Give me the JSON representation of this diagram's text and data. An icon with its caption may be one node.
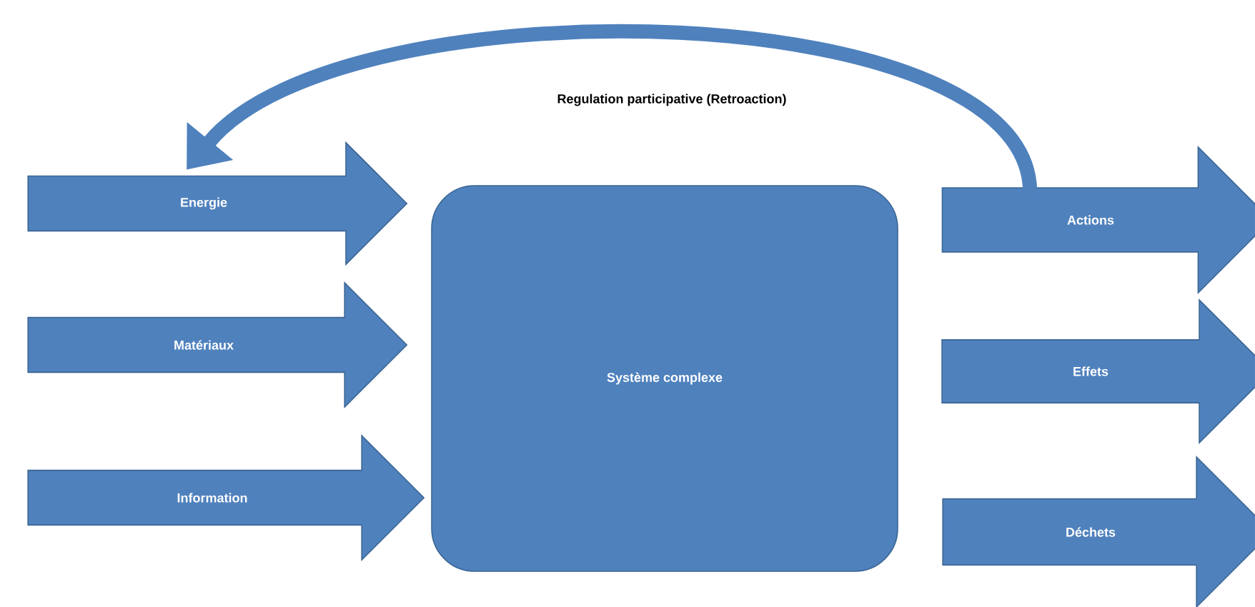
{
  "diagram": {
    "nodes": [
      {
        "text": [
          "Energie"
        ]
      },
      {
        "text": [
          "Matériaux"
        ]
      },
      {
        "text": [
          "Information"
        ]
      },
      {
        "text": [
          "Système complexe"
        ]
      },
      {
        "text": [
          "Actions"
        ]
      },
      {
        "text": [
          "Effets"
        ]
      },
      {
        "text": [
          "Déchets"
        ]
      }
    ],
    "edges": [
      {
        "from": 4,
        "to": 0,
        "arrow": "to",
        "label": "Regulation participative (Retroaction)"
      }
    ]
  }
}
